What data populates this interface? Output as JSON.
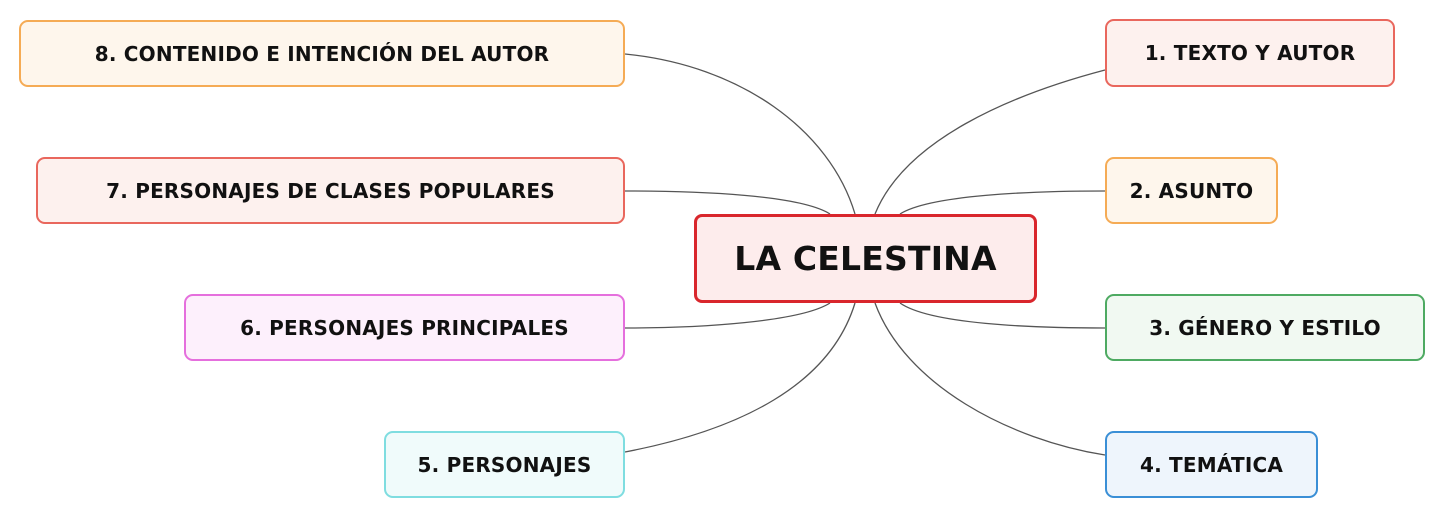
{
  "center": {
    "label": "LA CELESTINA",
    "color": "#d9262c",
    "fill": "#fdecec"
  },
  "right_branches": [
    {
      "label": "1. TEXTO Y AUTOR",
      "color": "#e9675d",
      "fill": "#fdf1ee"
    },
    {
      "label": "2. ASUNTO",
      "color": "#f5ab55",
      "fill": "#fef6ec"
    },
    {
      "label": "3. GÉNERO Y ESTILO",
      "color": "#4eaa62",
      "fill": "#f1f9f2"
    },
    {
      "label": "4. TEMÁTICA",
      "color": "#3a8fd6",
      "fill": "#eef5fc"
    }
  ],
  "left_branches": [
    {
      "label": "8. CONTENIDO E INTENCIÓN DEL AUTOR",
      "color": "#f5ab55",
      "fill": "#fef6ec"
    },
    {
      "label": "7. PERSONAJES DE CLASES POPULARES",
      "color": "#e9675d",
      "fill": "#fdf1ee"
    },
    {
      "label": "6. PERSONAJES PRINCIPALES",
      "color": "#e56fdd",
      "fill": "#fdf0fc"
    },
    {
      "label": "5. PERSONAJES",
      "color": "#7fdde0",
      "fill": "#f0fbfb"
    }
  ],
  "line_color": "#555555"
}
